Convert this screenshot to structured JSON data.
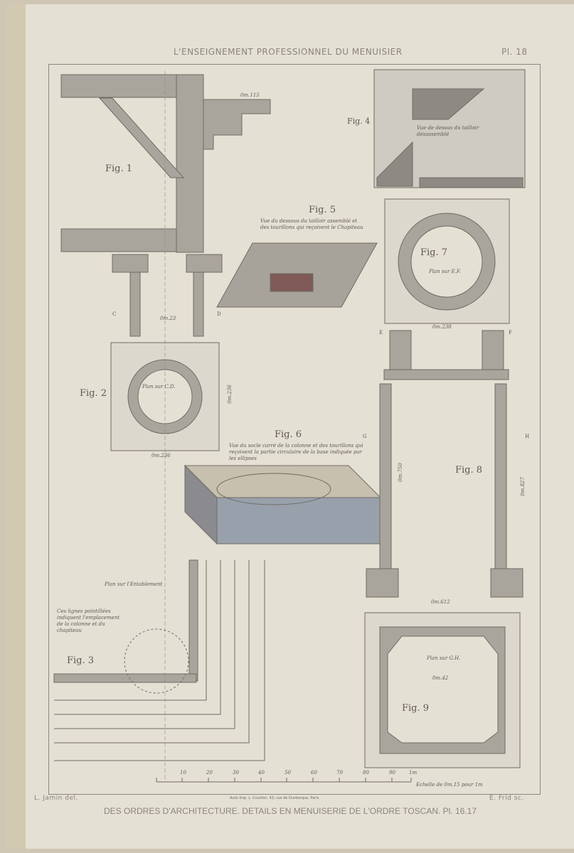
{
  "header": {
    "title": "L'ENSEIGNEMENT PROFESSIONNEL DU MENUISIER",
    "plate": "Pl. 18"
  },
  "figures": {
    "fig1": "Fig. 1",
    "fig2": "Fig. 2",
    "fig3": "Fig. 3",
    "fig4": "Fig. 4",
    "fig5": "Fig. 5",
    "fig6": "Fig. 6",
    "fig7": "Fig. 7",
    "fig8": "Fig. 8",
    "fig9": "Fig. 9"
  },
  "captions": {
    "fig4": "Vue de dessus du tailloir désassemblé",
    "fig5": "Vue du dessous du tailloir assemblé et des tourillons qui reçoivent le Chapiteau",
    "fig6": "Vue du socle carré de la colonne et des tourillons qui reçoivent la partie circulaire de la base indiquée par les ellipses",
    "fig2_plan": "Plan sur C.D.",
    "fig7_plan": "Plan sur E.F.",
    "fig9_plan": "Plan sur G.H.",
    "fig3_plan": "Plan sur l'Entablement",
    "fig3_note": "Ces lignes pointillées indiquent l'emplacement de la colonne et du chapiteau"
  },
  "dimensions": {
    "d115": "0m.115",
    "d236": "0m.236",
    "d236b": "0m.236",
    "d238": "0m.238",
    "d612": "0m.612",
    "d42": "0m.42",
    "d23": "0m.23",
    "d827": "0m.827",
    "d750": "0m.750"
  },
  "letters": {
    "c": "C",
    "d": "D",
    "e": "E",
    "f": "F",
    "g": "G",
    "h": "H"
  },
  "scale": {
    "ticks": [
      "10",
      "20",
      "30",
      "40",
      "50",
      "60",
      "70",
      "80",
      "90",
      "1m"
    ],
    "label": "Echelle de 0m.15 pour 1m"
  },
  "footer": {
    "left": "L. Jamin del.",
    "center": "Auto-Imp. L. Courtier, 43, rue de Dunkerque, Paris",
    "right": "E. Frid sc.",
    "title": "DES ORDRES D'ARCHITECTURE. DETAILS EN MENUISERIE DE L'ORDRE TOSCAN. Pl. 16.17"
  }
}
